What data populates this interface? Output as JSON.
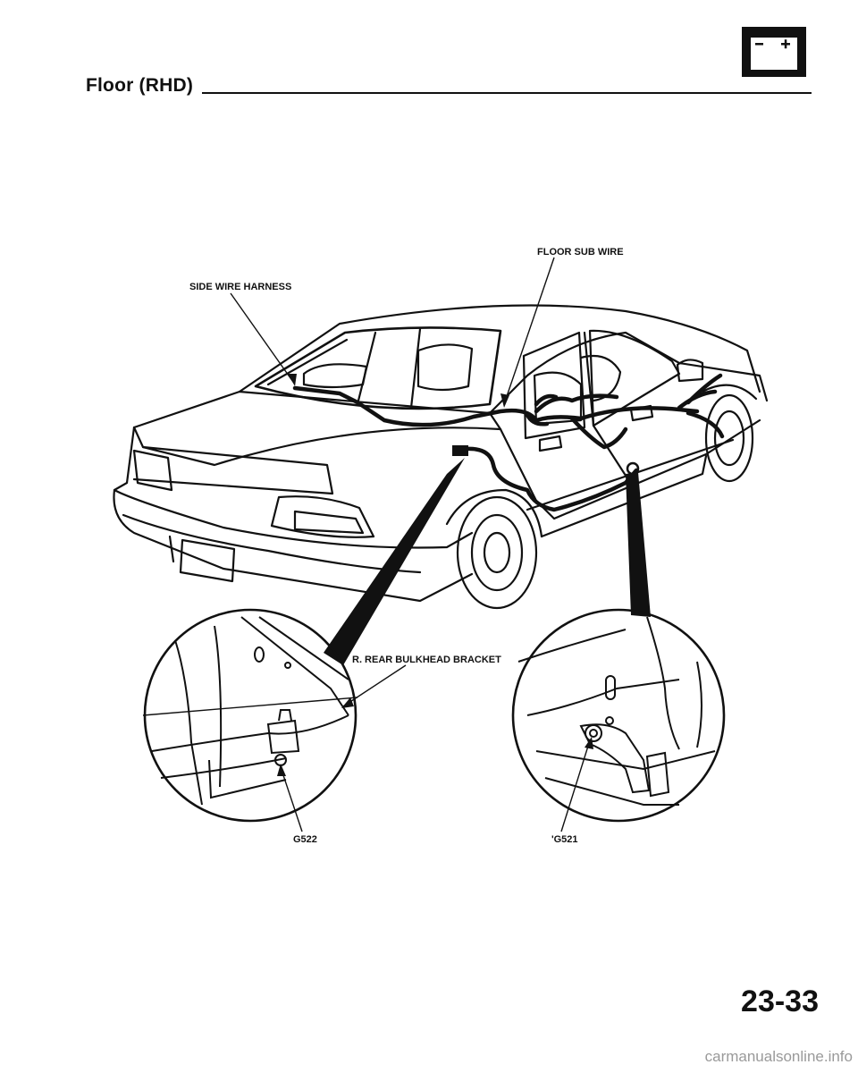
{
  "header": {
    "title": "Floor (RHD)"
  },
  "icons": {
    "battery": "battery-icon",
    "car": "car-illustration",
    "detail_left": "ground-detail-g522",
    "detail_right": "ground-detail-g521"
  },
  "labels": {
    "side_wire_harness": "SIDE WIRE HARNESS",
    "floor_sub_wire": "FLOOR SUB WIRE",
    "bulkhead_bracket": "R. REAR BULKHEAD BRACKET",
    "g522": "G522",
    "g521": "'G521"
  },
  "footer": {
    "page_number": "23-33",
    "watermark": "carmanualsonline.info"
  },
  "colors": {
    "ink": "#111111",
    "watermark": "#9a9a9a"
  }
}
